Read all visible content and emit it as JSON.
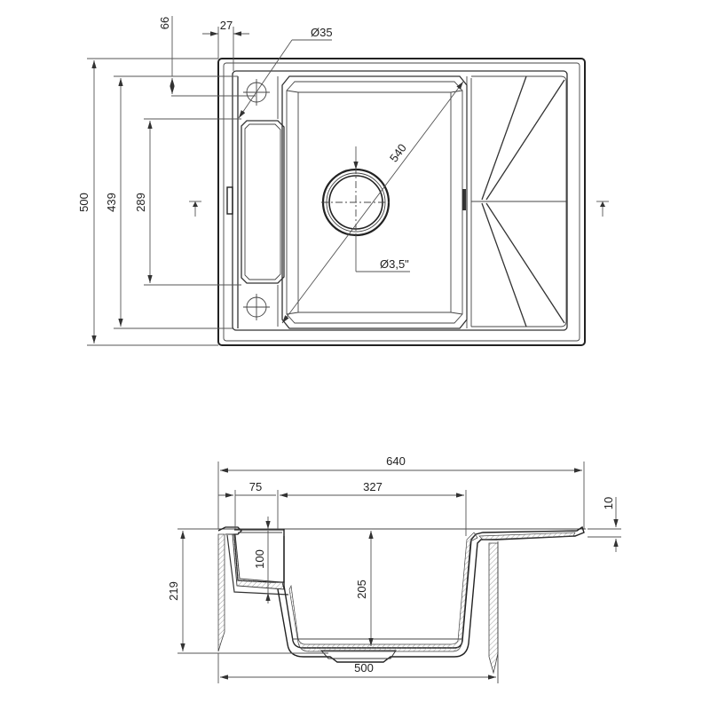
{
  "drawing": {
    "title": "Sink technical drawing",
    "line_color": "#222222",
    "background": "#ffffff"
  },
  "top_view": {
    "dims": {
      "overall_depth": "500",
      "inner_depth": "439",
      "tray_length": "289",
      "tap_hole_offset_y": "66",
      "tap_hole_offset_x": "27",
      "tap_hole_diameter": "Ø35",
      "bowl_diagonal": "540",
      "drain_diameter": "Ø3,5\""
    }
  },
  "section_view": {
    "dims": {
      "overall_width": "640",
      "tray_width": "75",
      "bowl_width": "327",
      "rim_height": "10",
      "overall_height": "219",
      "tray_depth": "100",
      "bowl_depth": "205",
      "cabinet_width": "500"
    }
  }
}
